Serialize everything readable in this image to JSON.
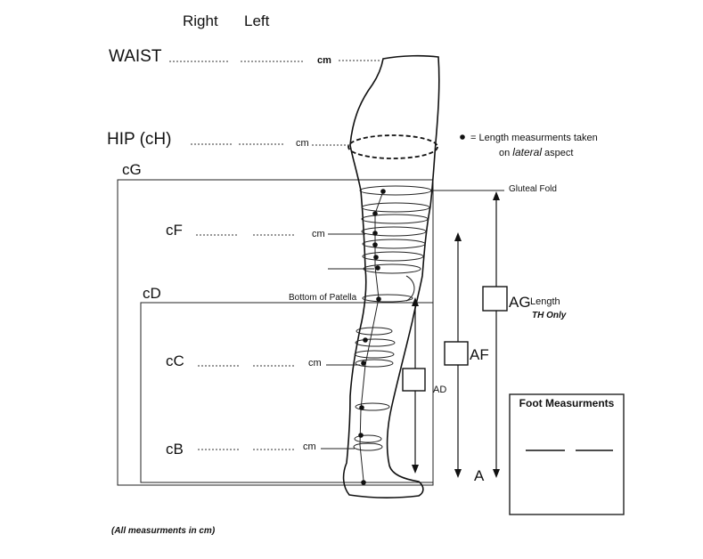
{
  "header": {
    "right_label": "Right",
    "left_label": "Left"
  },
  "measurements": {
    "waist": {
      "label": "WAIST",
      "unit": "cm"
    },
    "hip": {
      "label": "HIP (cH)",
      "unit": "cm"
    },
    "cG": {
      "label": "cG"
    },
    "cF": {
      "label": "cF",
      "unit": "cm"
    },
    "cD": {
      "label": "cD"
    },
    "cC": {
      "label": "cC",
      "unit": "cm"
    },
    "cB": {
      "label": "cB",
      "unit": "cm"
    }
  },
  "legend": {
    "line1": "= Length measurments taken",
    "line2_prefix": "on ",
    "line2_italic": "lateral",
    "line2_suffix": " aspect"
  },
  "landmarks": {
    "gluteal_fold": "Gluteal Fold",
    "bottom_of_patella": "Bottom of Patella"
  },
  "lengths": {
    "AG": {
      "label": "AG",
      "sub": "Length",
      "note": "TH Only"
    },
    "AF": {
      "label": "AF"
    },
    "AD": {
      "label": "AD"
    },
    "A": {
      "label": "A"
    }
  },
  "foot_panel": {
    "title": "Foot Measurments"
  },
  "footnote": "(All measurments in cm)"
}
